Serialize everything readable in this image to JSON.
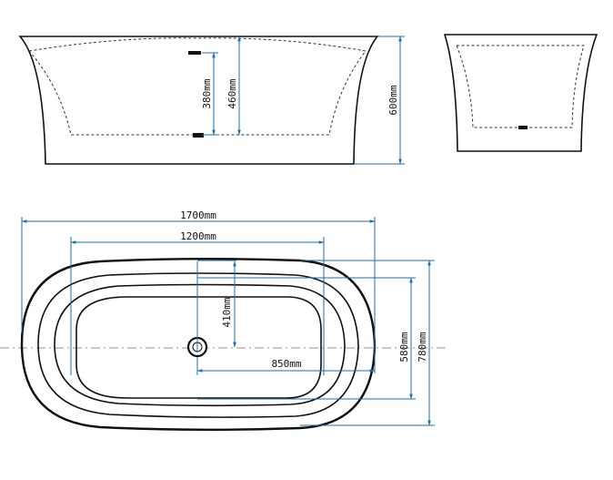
{
  "side_view": {
    "dim_inner_depth": "380mm",
    "dim_outer_depth": "460mm",
    "dim_height": "600mm"
  },
  "plan_view": {
    "dim_length": "1700mm",
    "dim_inner_length": "1200mm",
    "dim_drain_offset_y": "410mm",
    "dim_drain_offset_x": "850mm",
    "dim_inner_width": "580mm",
    "dim_width": "780mm"
  },
  "colors": {
    "dimension_line": "#1a6fb0",
    "outline": "#111111",
    "center_line": "#b08a8a"
  }
}
